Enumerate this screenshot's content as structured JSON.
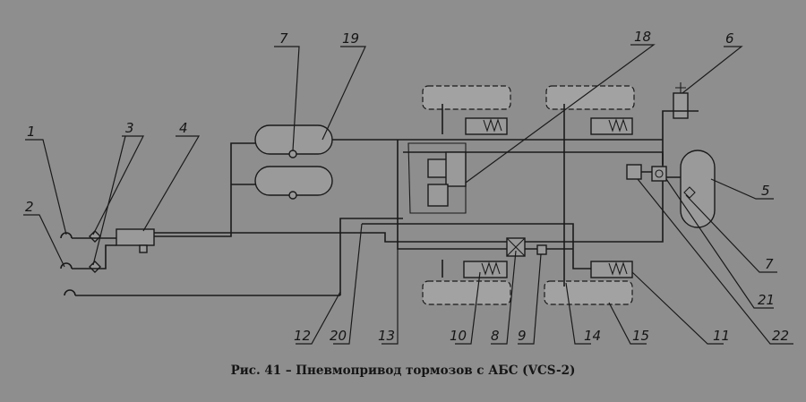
{
  "caption": "Рис. 41 – Пневмопривод тормозов с АБС (VCS-2)",
  "labels": {
    "l1": "1",
    "l2": "2",
    "l3": "3",
    "l4": "4",
    "l5": "5",
    "l6": "6",
    "l7a": "7",
    "l7b": "7",
    "l8": "8",
    "l9": "9",
    "l10": "10",
    "l11": "11",
    "l12": "12",
    "l13": "13",
    "l14": "14",
    "l15": "15",
    "l18": "18",
    "l19": "19",
    "l20": "20",
    "l21": "21",
    "l22": "22"
  }
}
